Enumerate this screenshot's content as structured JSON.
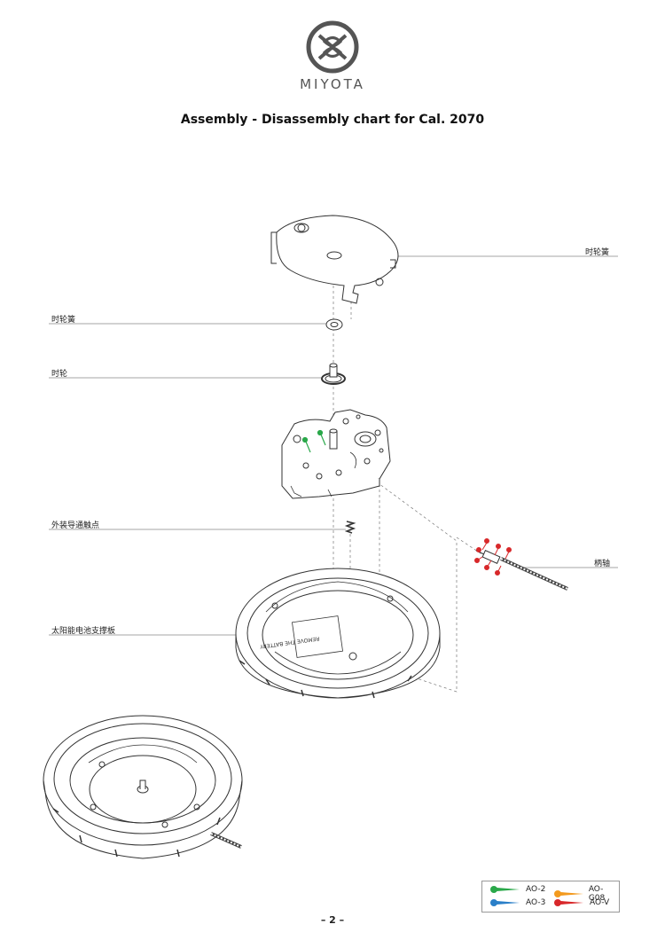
{
  "brand": "MIYOTA",
  "title": "Assembly - Disassembly chart for Cal. 2070",
  "labels": {
    "spring_top": "时轮簧",
    "spring_left": "时轮簧",
    "hour_wheel": "时轮",
    "contact": "外装导通触点",
    "stem": "柄轴",
    "support": "太阳能电池支撑板"
  },
  "legend": {
    "items": [
      {
        "name": "AO-2",
        "color": "#2aa84a"
      },
      {
        "name": "AO-G08",
        "color": "#f39a1e"
      },
      {
        "name": "AO-3",
        "color": "#2a7fc8"
      },
      {
        "name": "AO-V",
        "color": "#d8282a"
      }
    ]
  },
  "page_number": "– 2 –"
}
